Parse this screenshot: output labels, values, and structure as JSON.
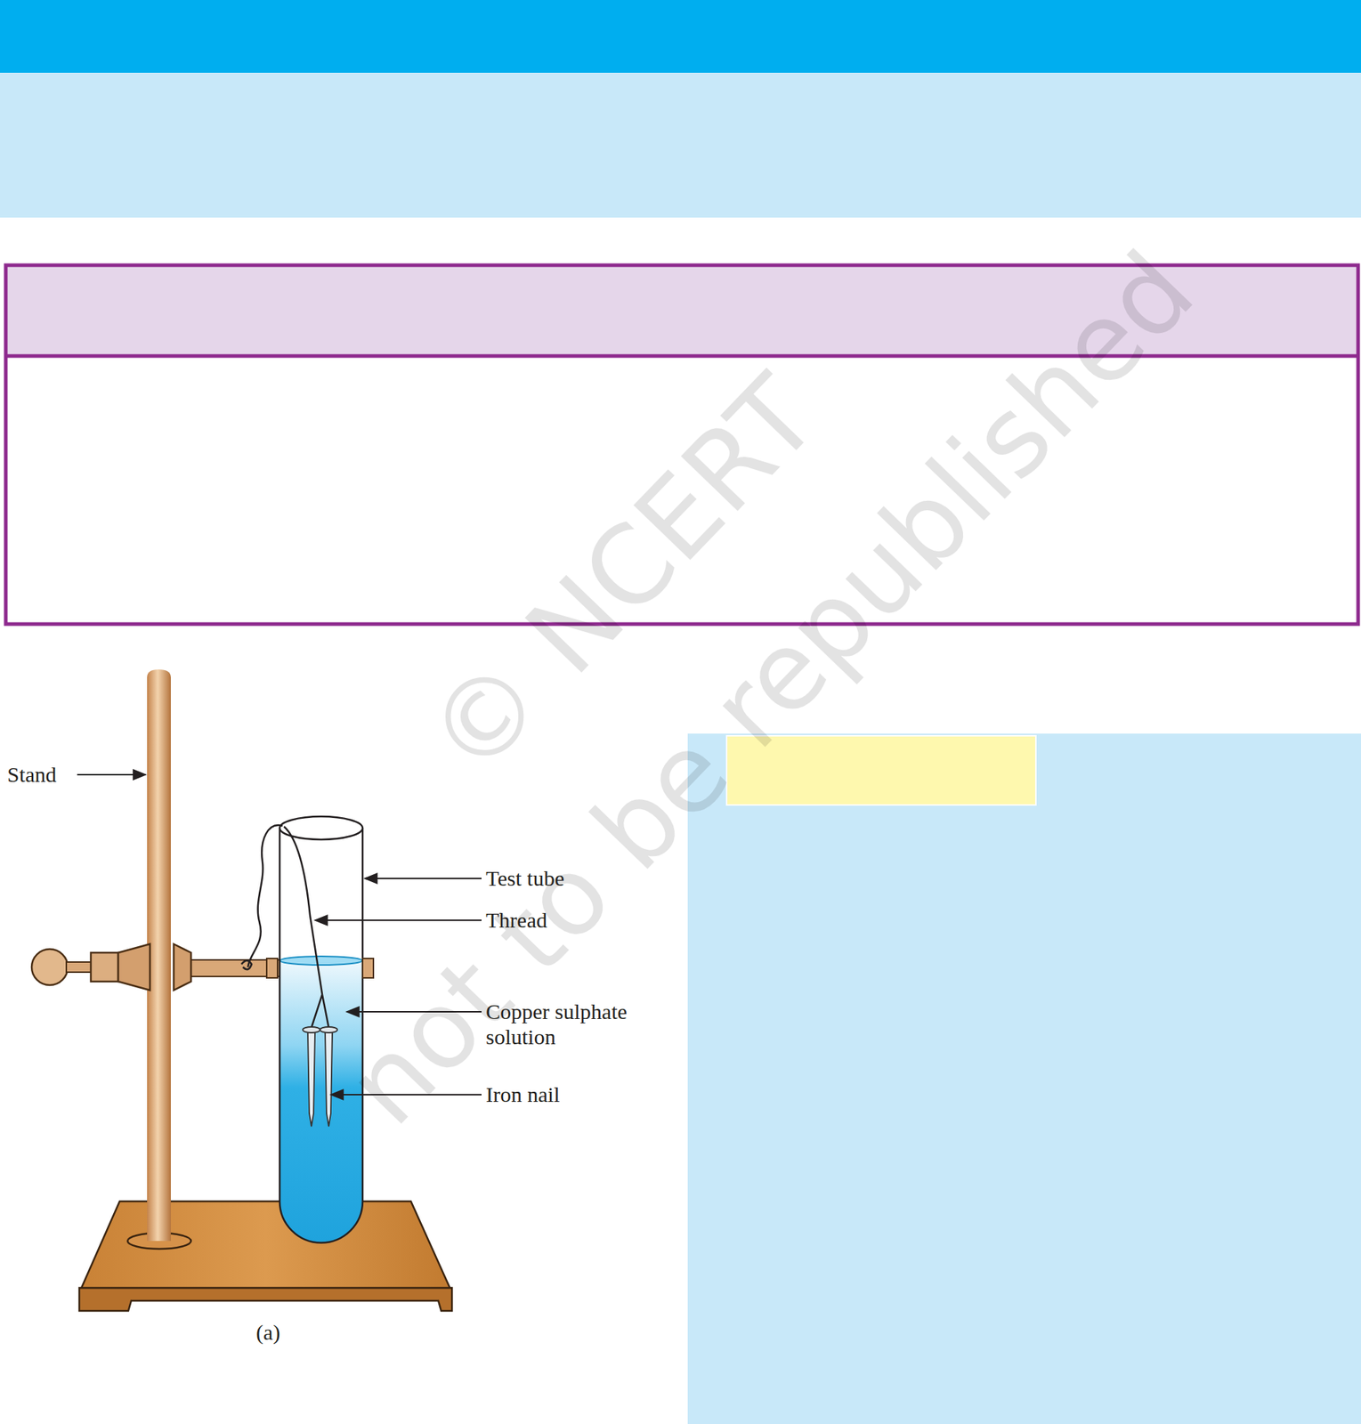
{
  "diagram": {
    "labels": [
      "Stand",
      "Test tube",
      "Thread",
      "Copper sulphate solution",
      "Iron nail",
      "(a)",
      "© NCERT",
      "not to be republished"
    ]
  }
}
